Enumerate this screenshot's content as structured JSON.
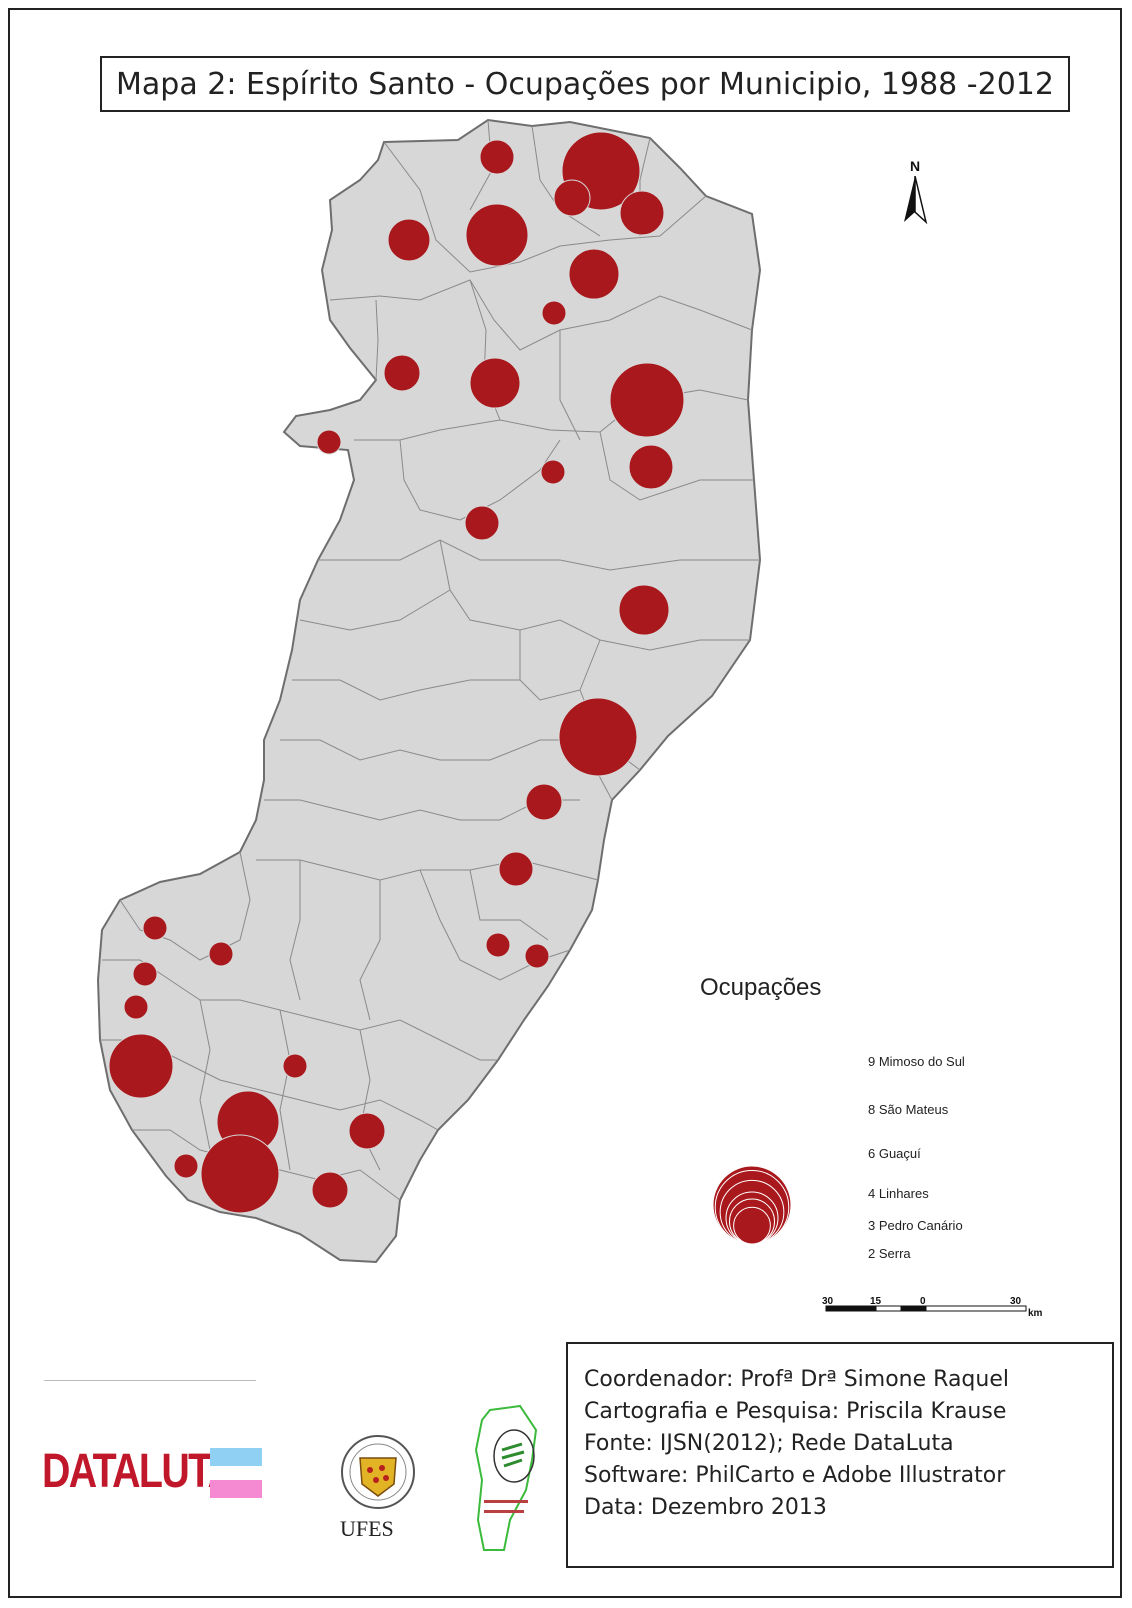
{
  "title": "Mapa 2:  Espírito Santo - Ocupações por Municipio, 1988 -2012",
  "north_label": "N",
  "legend": {
    "title": "Ocupações",
    "items": [
      {
        "value": 9,
        "label": "9   Mimoso do Sul"
      },
      {
        "value": 8,
        "label": "8   São Mateus"
      },
      {
        "value": 6,
        "label": "6   Guaçuí"
      },
      {
        "value": 4,
        "label": "4   Linhares"
      },
      {
        "value": 3,
        "label": "3   Pedro Canário"
      },
      {
        "value": 2,
        "label": "2   Serra"
      }
    ]
  },
  "scale": {
    "ticks": [
      "30",
      "15",
      "0",
      "30"
    ],
    "unit": "km"
  },
  "credits": [
    "Coordenador: Profª Drª Simone Raquel",
    "Cartografia e Pesquisa: Priscila Krause",
    "Fonte: IJSN(2012); Rede DataLuta",
    "Software: PhilCarto e Adobe Illustrator",
    "Data: Dezembro 2013"
  ],
  "logos": {
    "dataluta": "DATALUTA",
    "ufes": "UFES"
  },
  "colors": {
    "symbol": "#a8181c",
    "land": "#d7d7d7",
    "border": "#7a7a7a"
  }
}
